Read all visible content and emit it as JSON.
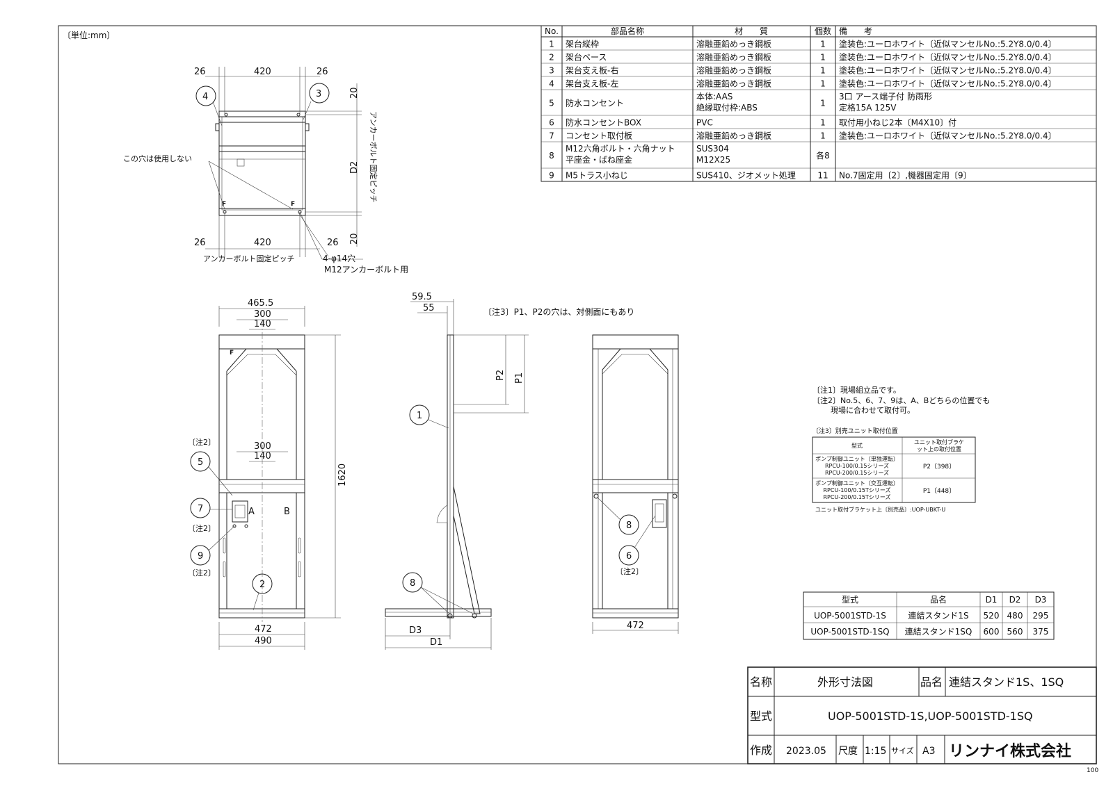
{
  "unit_note": "〔単位:mm〕",
  "parts_table": {
    "headers": [
      "No.",
      "部品名称",
      "材　　質",
      "個数",
      "備　　考"
    ],
    "rows": [
      {
        "no": "1",
        "name": [
          "架台縦枠"
        ],
        "material": [
          "溶融亜鉛めっき鋼板"
        ],
        "qty": "1",
        "remarks": [
          "塗装色:ユーロホワイト〔近似マンセルNo.:5.2Y8.0/0.4〕"
        ]
      },
      {
        "no": "2",
        "name": [
          "架台ベース"
        ],
        "material": [
          "溶融亜鉛めっき鋼板"
        ],
        "qty": "1",
        "remarks": [
          "塗装色:ユーロホワイト〔近似マンセルNo.:5.2Y8.0/0.4〕"
        ]
      },
      {
        "no": "3",
        "name": [
          "架台支え板-右"
        ],
        "material": [
          "溶融亜鉛めっき鋼板"
        ],
        "qty": "1",
        "remarks": [
          "塗装色:ユーロホワイト〔近似マンセルNo.:5.2Y8.0/0.4〕"
        ]
      },
      {
        "no": "4",
        "name": [
          "架台支え板-左"
        ],
        "material": [
          "溶融亜鉛めっき鋼板"
        ],
        "qty": "1",
        "remarks": [
          "塗装色:ユーロホワイト〔近似マンセルNo.:5.2Y8.0/0.4〕"
        ]
      },
      {
        "no": "5",
        "name": [
          "防水コンセント"
        ],
        "material": [
          "本体:AAS",
          "絶縁取付枠:ABS"
        ],
        "qty": "1",
        "remarks": [
          "3口 アース端子付 防雨形",
          "定格15A 125V"
        ]
      },
      {
        "no": "6",
        "name": [
          "防水コンセントBOX"
        ],
        "material": [
          "PVC"
        ],
        "qty": "1",
        "remarks": [
          "取付用小ねじ2本〔M4X10〕付"
        ]
      },
      {
        "no": "7",
        "name": [
          "コンセント取付板"
        ],
        "material": [
          "溶融亜鉛めっき鋼板"
        ],
        "qty": "1",
        "remarks": [
          "塗装色:ユーロホワイト〔近似マンセルNo.:5.2Y8.0/0.4〕"
        ]
      },
      {
        "no": "8",
        "name": [
          "M12六角ボルト・六角ナット",
          "平座金・ばね座金"
        ],
        "material": [
          "SUS304",
          "M12X25"
        ],
        "qty": "各8",
        "remarks": [
          ""
        ]
      },
      {
        "no": "9",
        "name": [
          "M5トラス小ねじ"
        ],
        "material": [
          "SUS410、ジオメット処理"
        ],
        "qty": "11",
        "remarks": [
          "No.7固定用〔2〕,機器固定用〔9〕"
        ]
      }
    ]
  },
  "plan_view": {
    "dim_top": [
      "26",
      "420",
      "26"
    ],
    "dim_bottom": [
      "26",
      "420",
      "26"
    ],
    "dim_right_top": "20",
    "dim_right_bottom": "20",
    "dim_d2": "D2",
    "pitch_vertical": "アンカーボルト固定ピッチ",
    "label_hole_unused": "この穴は使用しない",
    "label_pitch": "アンカーボルト固定ピッチ",
    "label_hole": "4-φ14穴",
    "label_anchor": "M12アンカーボルト用",
    "callouts": [
      "4",
      "3"
    ]
  },
  "front_view": {
    "dims_top": [
      "465.5",
      "300",
      "140"
    ],
    "dims_mid": [
      "300",
      "140"
    ],
    "height": "1620",
    "dims_bottom": [
      "472",
      "490"
    ],
    "callouts": [
      "5",
      "7",
      "9",
      "2"
    ],
    "note2": "〔注2〕",
    "label_a": "A",
    "label_b": "B",
    "mark_f": "F"
  },
  "side_view": {
    "dims_top": [
      "59.5",
      "55"
    ],
    "note3": "〔注3〕P1、P2の穴は、対側面にもあり",
    "p1": "P1",
    "p2": "P2",
    "d3": "D3",
    "d1": "D1",
    "callouts": [
      "1",
      "8"
    ]
  },
  "back_view": {
    "dim_bottom": "472",
    "callouts": [
      "8",
      "6"
    ],
    "note2": "〔注2〕"
  },
  "notes": {
    "n1": "〔注1〕現場組立品です。",
    "n2a": "〔注2〕No.5、6、7、9は、A、Bどちらの位置でも",
    "n2b": "現場に合わせて取付可。",
    "n3": "〔注3〕別売ユニット取付位置",
    "unit_table": {
      "headers": [
        "型式",
        "ユニット取付ブラケット上の取付位置"
      ],
      "rows": [
        {
          "model": [
            "ポンプ制御ユニット〔単独運転〕",
            "RPCU-100/0.15シリーズ",
            "RPCU-200/0.15シリーズ"
          ],
          "position": "P2〔398〕"
        },
        {
          "model": [
            "ポンプ制御ユニット〔交互運転〕",
            "RPCU-100/0.15Tシリーズ",
            "RPCU-200/0.15Tシリーズ"
          ],
          "position": "P1〔448〕"
        }
      ],
      "footer": "ユニット取付ブラケット上〔別売品〕:UOP-UBKT-U"
    }
  },
  "model_table": {
    "headers": [
      "型式",
      "品名",
      "D1",
      "D2",
      "D3"
    ],
    "rows": [
      [
        "UOP-5001STD-1S",
        "連結スタンド1S",
        "520",
        "480",
        "295"
      ],
      [
        "UOP-5001STD-1SQ",
        "連結スタンド1SQ",
        "600",
        "560",
        "375"
      ]
    ]
  },
  "title_block": {
    "name_label": "名称",
    "name_value": "外形寸法図",
    "product_label": "品名",
    "product_value": "連結スタンド1S、1SQ",
    "model_label": "型式",
    "model_value": "UOP-5001STD-1S,UOP-5001STD-1SQ",
    "created_label": "作成",
    "created_value": "2023.05",
    "scale_label": "尺度",
    "scale_value": "1:15",
    "size_label": "サイズ",
    "size_value": "A3",
    "company": "リンナイ株式会社"
  },
  "page_number": "100"
}
